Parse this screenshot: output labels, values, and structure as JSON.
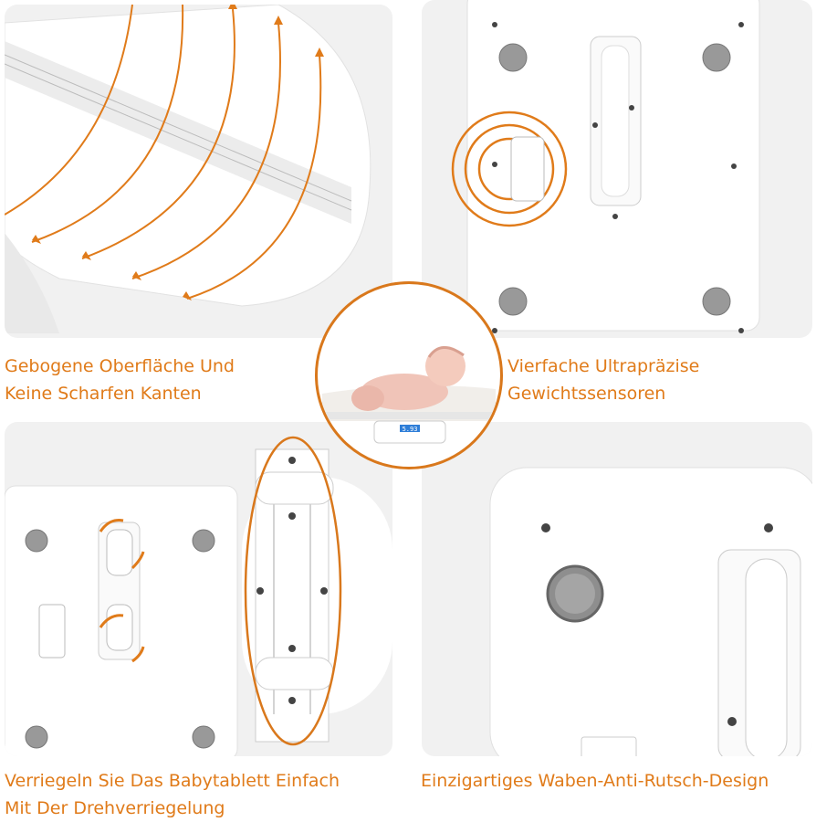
{
  "accent_color": "#e07b1a",
  "panels": [
    {
      "caption": [
        "Gebogene Oberfläche Und",
        "Keine Scharfen Kanten"
      ]
    },
    {
      "caption": [
        "Vierfache Ultrapräzise",
        "Gewichtssensoren"
      ]
    },
    {
      "caption": [
        "Verriegeln Sie Das Babytablett Einfach",
        "Mit Der Drehverriegelung"
      ]
    },
    {
      "caption": [
        "Einzigartiges Waben-Anti-Rutsch-Design"
      ]
    }
  ],
  "center": {
    "display_reading": "5.93"
  }
}
